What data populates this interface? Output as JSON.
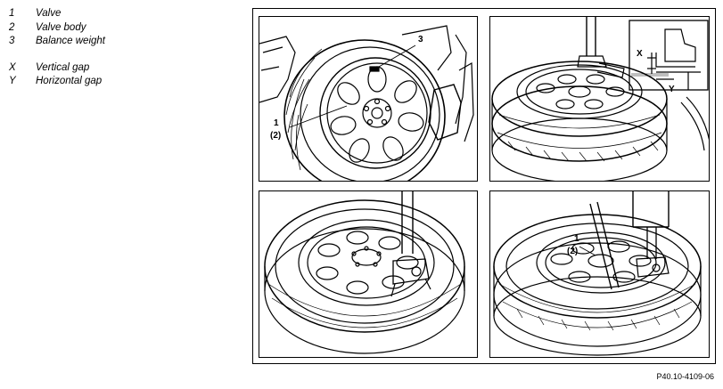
{
  "legend": {
    "items": [
      {
        "key": "1",
        "label": "Valve"
      },
      {
        "key": "2",
        "label": "Valve body"
      },
      {
        "key": "3",
        "label": "Balance weight"
      }
    ],
    "gaps": [
      {
        "key": "X",
        "label": "Vertical gap"
      },
      {
        "key": "Y",
        "label": "Horizontal gap"
      }
    ]
  },
  "callouts": {
    "p1_valve": "1",
    "p1_body": "(2)",
    "p1_weight": "3",
    "p2_x": "X",
    "p2_y": "Y",
    "p4_valve": "1",
    "p4_body": "(2)"
  },
  "figure_code": "P40.10-4109-06"
}
